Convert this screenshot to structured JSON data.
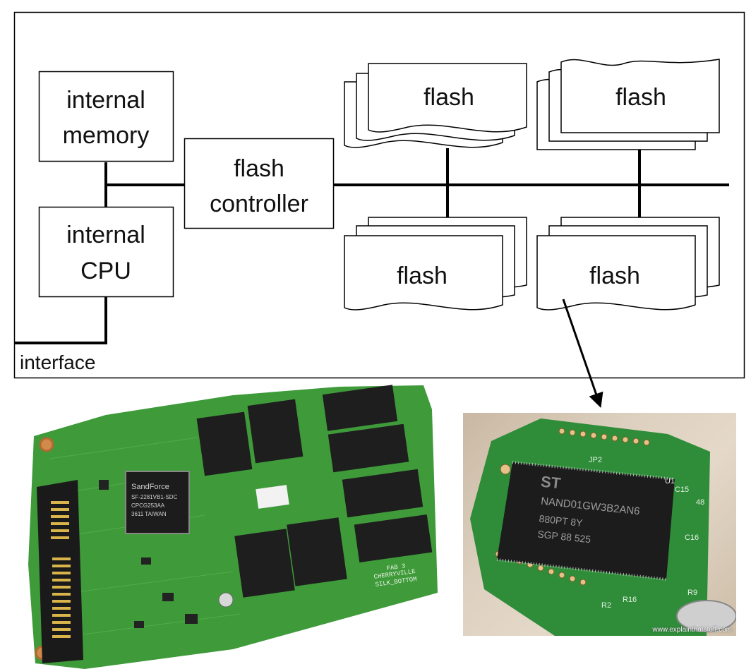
{
  "diagram": {
    "blocks": {
      "internal_memory": [
        "internal",
        "memory"
      ],
      "internal_cpu": [
        "internal",
        "CPU"
      ],
      "flash_controller": [
        "flash",
        "controller"
      ],
      "flash_top_left": "flash",
      "flash_top_right": "flash",
      "flash_bottom_left": "flash",
      "flash_bottom_right": "flash"
    },
    "interface_label": "interface"
  },
  "photos": {
    "ssd_board": {
      "controller_chip_lines": [
        "SandForce",
        "SF-2281VB1-SDC",
        "CPCG253AA",
        "3611 TAIWAN"
      ],
      "board_text": [
        "FAB 3",
        "CHERRYVILLE",
        "SILK_BOTTOM"
      ]
    },
    "nand_chip": {
      "chip_lines": [
        "NAND01GW3B2AN6",
        "880PT 8Y",
        "SGP 88 525"
      ],
      "board_labels": [
        "JP2",
        "C15",
        "R9",
        "C16",
        "R2",
        "R16",
        "U1",
        "48"
      ],
      "watermark": "www.explainthatstuff.com"
    }
  },
  "colors": {
    "line": "#000000",
    "box_fill": "#ffffff",
    "pcb_green": "#3f9a3a",
    "chip_black": "#1c1c1c"
  }
}
